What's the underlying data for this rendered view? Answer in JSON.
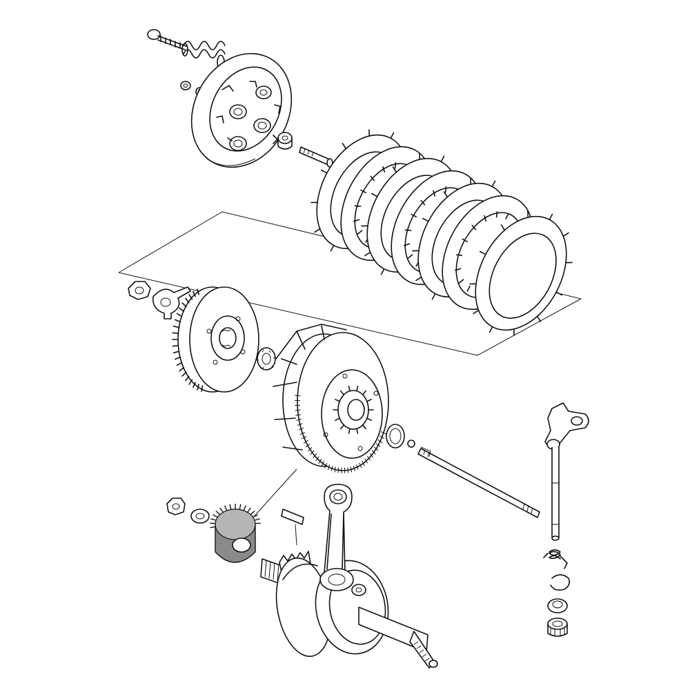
{
  "diagram": {
    "view": "exploded-assembly",
    "line_color": "#111111",
    "background": "#ffffff",
    "highlight_color": "#8a8a8a",
    "highlighted_part": "primary-drive-gear",
    "parts": [
      "pressure-plate-bolt",
      "clutch-spring",
      "lifter-plate-nut",
      "washer",
      "pressure-plate",
      "lifter-bearing",
      "lifter-rod",
      "friction-disc",
      "clutch-plate",
      "lock-nut",
      "lock-washer",
      "clutch-center",
      "splined-washer",
      "clutch-outer",
      "thrust-washer",
      "steel-ball",
      "clutch-push-rod",
      "clutch-lever-shaft",
      "return-spring",
      "circlip",
      "oil-seal",
      "needle-bearing",
      "primary-drive-gear",
      "woodruff-key",
      "crankshaft",
      "crank-nut",
      "crank-washer"
    ]
  }
}
